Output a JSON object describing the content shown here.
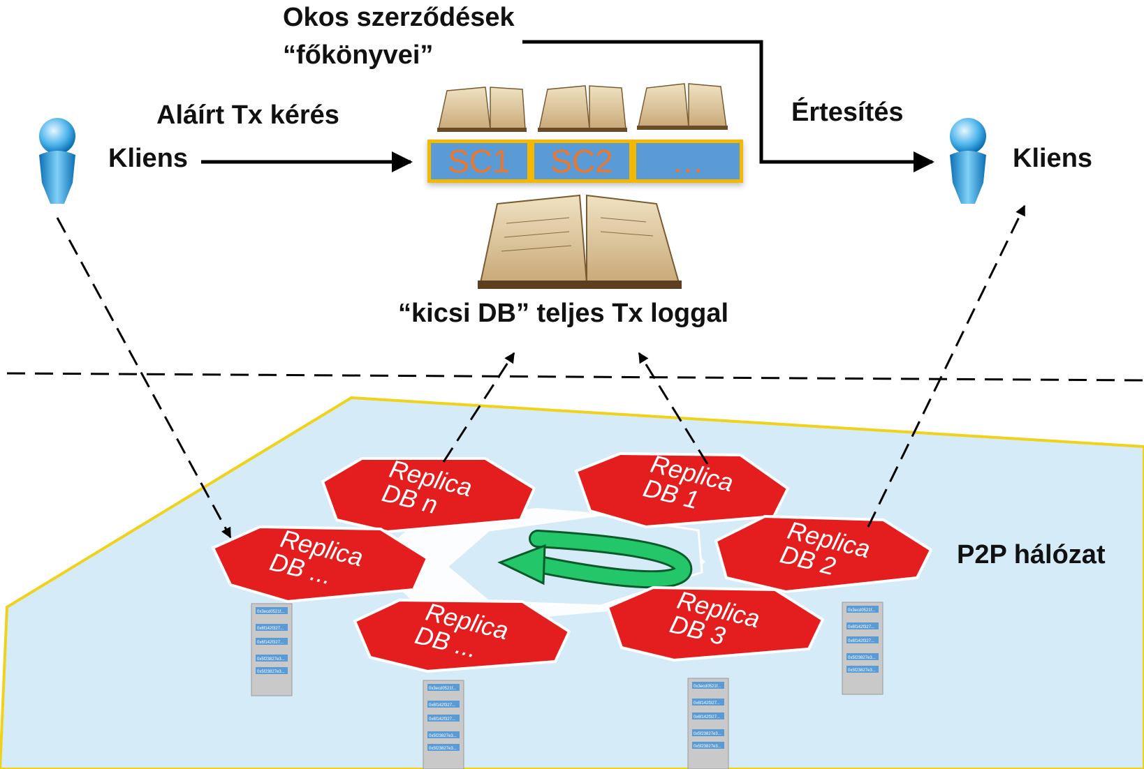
{
  "top": {
    "ledgers_title_line1": "Okos szerződések",
    "ledgers_title_line2": "“főkönyvei”",
    "signed_request": "Aláírt Tx kérés",
    "notification": "Értesítés",
    "client_left": "Kliens",
    "client_right": "Kliens",
    "small_db": "“kicsi DB” teljes Tx loggal"
  },
  "contracts": [
    "SC1",
    "SC2",
    "…"
  ],
  "network": {
    "label": "P2P hálózat",
    "replicas": [
      {
        "line1": "Replica",
        "line2": "DB n"
      },
      {
        "line1": "Replica",
        "line2": "DB 1"
      },
      {
        "line1": "Replica",
        "line2": "DB ..."
      },
      {
        "line1": "Replica",
        "line2": "DB 2"
      },
      {
        "line1": "Replica",
        "line2": "DB ..."
      },
      {
        "line1": "Replica",
        "line2": "DB 3"
      }
    ],
    "block_entries": [
      "0x3ecd0521f...",
      "0x6f142f327...",
      "0x6f142f327...",
      "0x5f23827e3...",
      "0x5f23827e3..."
    ]
  },
  "colors": {
    "replica": "#e41e1e",
    "plane": "#d6ebf8",
    "plane_border": "#f0d21a",
    "sc_fill": "#5a9bd5",
    "sc_text": "#e87830",
    "sc_border": "#f5b800",
    "cycle_arrow": "#23c76a"
  }
}
